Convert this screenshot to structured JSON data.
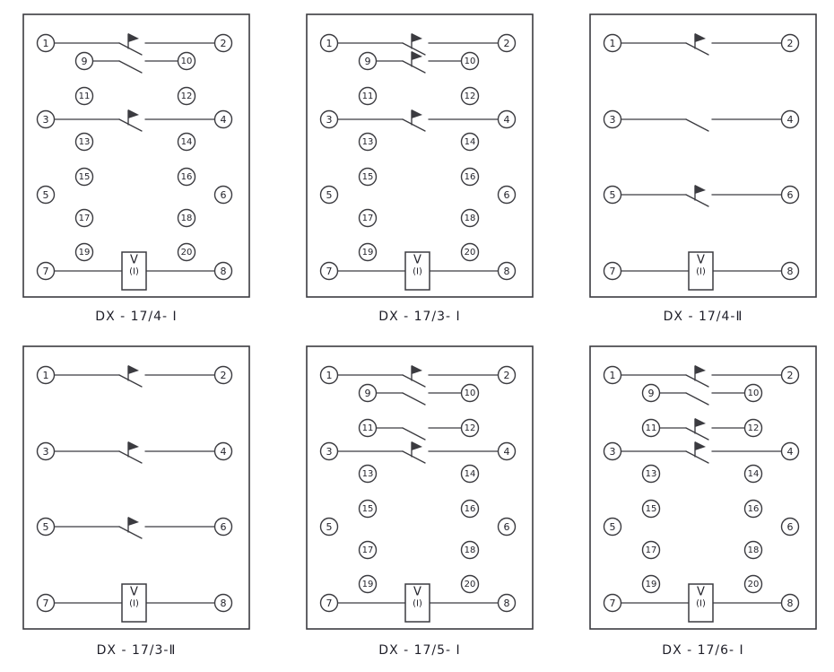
{
  "colors": {
    "background": "#ffffff",
    "line": "#3b3b40",
    "text": "#23232b"
  },
  "coil_label": {
    "line1": "V",
    "line2": "(Ⅰ)"
  },
  "diagrams": [
    {
      "label": "DX - 17/4- Ⅰ",
      "layout": "20-terminal",
      "terminals": [
        "1",
        "2",
        "9",
        "10",
        "11",
        "12",
        "3",
        "4",
        "13",
        "14",
        "15",
        "16",
        "5",
        "6",
        "17",
        "18",
        "19",
        "20",
        "7",
        "8"
      ],
      "contacts": [
        {
          "from": "1",
          "to": "2",
          "flag": true
        },
        {
          "from": "9",
          "to": "10",
          "flag": false
        },
        {
          "from": "3",
          "to": "4",
          "flag": true
        }
      ],
      "coil": {
        "from": "7",
        "to": "8"
      }
    },
    {
      "label": "DX - 17/3- Ⅰ",
      "layout": "20-terminal",
      "terminals": [
        "1",
        "2",
        "9",
        "10",
        "11",
        "12",
        "3",
        "4",
        "13",
        "14",
        "15",
        "16",
        "5",
        "6",
        "17",
        "18",
        "19",
        "20",
        "7",
        "8"
      ],
      "contacts": [
        {
          "from": "1",
          "to": "2",
          "flag": true
        },
        {
          "from": "9",
          "to": "10",
          "flag": true
        },
        {
          "from": "3",
          "to": "4",
          "flag": true
        }
      ],
      "coil": {
        "from": "7",
        "to": "8"
      }
    },
    {
      "label": "DX - 17/4-Ⅱ",
      "layout": "8-terminal",
      "terminals": [
        "1",
        "2",
        "3",
        "4",
        "5",
        "6",
        "7",
        "8"
      ],
      "contacts": [
        {
          "from": "1",
          "to": "2",
          "flag": true
        },
        {
          "from": "3",
          "to": "4",
          "flag": false
        },
        {
          "from": "5",
          "to": "6",
          "flag": true
        }
      ],
      "coil": {
        "from": "7",
        "to": "8"
      }
    },
    {
      "label": "DX - 17/3-Ⅱ",
      "layout": "8-terminal",
      "terminals": [
        "1",
        "2",
        "3",
        "4",
        "5",
        "6",
        "7",
        "8"
      ],
      "contacts": [
        {
          "from": "1",
          "to": "2",
          "flag": true
        },
        {
          "from": "3",
          "to": "4",
          "flag": true
        },
        {
          "from": "5",
          "to": "6",
          "flag": true
        }
      ],
      "coil": {
        "from": "7",
        "to": "8"
      }
    },
    {
      "label": "DX - 17/5- Ⅰ",
      "layout": "20-terminal",
      "terminals": [
        "1",
        "2",
        "9",
        "10",
        "11",
        "12",
        "3",
        "4",
        "13",
        "14",
        "15",
        "16",
        "5",
        "6",
        "17",
        "18",
        "19",
        "20",
        "7",
        "8"
      ],
      "contacts": [
        {
          "from": "1",
          "to": "2",
          "flag": true
        },
        {
          "from": "9",
          "to": "10",
          "flag": false
        },
        {
          "from": "11",
          "to": "12",
          "flag": false
        },
        {
          "from": "3",
          "to": "4",
          "flag": true
        }
      ],
      "coil": {
        "from": "7",
        "to": "8"
      }
    },
    {
      "label": "DX - 17/6- Ⅰ",
      "layout": "20-terminal",
      "terminals": [
        "1",
        "2",
        "9",
        "10",
        "11",
        "12",
        "3",
        "4",
        "13",
        "14",
        "15",
        "16",
        "5",
        "6",
        "17",
        "18",
        "19",
        "20",
        "7",
        "8"
      ],
      "contacts": [
        {
          "from": "1",
          "to": "2",
          "flag": true
        },
        {
          "from": "9",
          "to": "10",
          "flag": false
        },
        {
          "from": "11",
          "to": "12",
          "flag": true
        },
        {
          "from": "3",
          "to": "4",
          "flag": true
        }
      ],
      "coil": {
        "from": "7",
        "to": "8"
      }
    }
  ]
}
